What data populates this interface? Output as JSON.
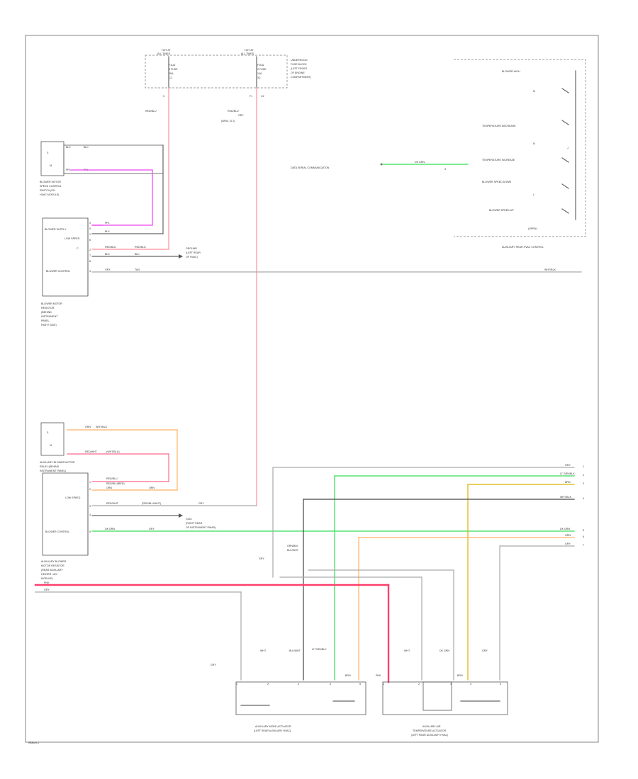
{
  "page_code": "W0B24-1",
  "top_connectors": {
    "left": {
      "line1": "HOT AT",
      "line2": "ALL TIMES",
      "rows": [
        "F1UA",
        "3 FUSE",
        "30A",
        "C2"
      ]
    },
    "right": {
      "line1": "HOT AT",
      "line2": "ALL TIMES",
      "rows": [
        "F1DA",
        "2 FUSE",
        "10A",
        "X2"
      ]
    },
    "label": [
      "UNDERHOOD",
      "FUSE BLOCK",
      "(LEFT FRONT",
      "OF ENGINE",
      "COMPARTMENT)"
    ],
    "pin_left": "C",
    "pin_right_a": "F1",
    "pin_right_b": "C2",
    "wire_left": "RED/BLU",
    "wire_right": "RED/BLU",
    "wire_right_b": "GRY",
    "wire_right_c": "(BF50, CLT)"
  },
  "mod1": {
    "switch_label": [
      "BLOWER MOTOR",
      "SPEED CONTROL",
      "SWITCH (ON",
      "HVAC MODULE)"
    ],
    "left_labels": [
      "BLOWER SUPPLY",
      "LOW SPEED",
      "BLOWER CONTROL"
    ],
    "wire_pins": [
      "BLK",
      "PPL",
      "PPL",
      "BLK",
      "RED/BLU",
      "BLK",
      "GRY"
    ],
    "pin_nums": [
      "3",
      "5",
      "1",
      "6",
      "2",
      "7",
      "8",
      "4"
    ],
    "wire_cols": [
      "PPL",
      "BLK",
      "RED/BLU",
      "BLK",
      "TAN"
    ],
    "ground_label": [
      "GROUND",
      "(LEFT REAR",
      "OF HVAC)"
    ],
    "label": [
      "BLOWER MOTOR",
      "RESISTOR",
      "(BEHIND",
      "INSTRUMENT",
      "PANEL,",
      "RIGHT SIDE)"
    ],
    "wire_out": "WHT/BLK",
    "pin_c": "C"
  },
  "mod2": {
    "switch_label": [
      "AUXILIARY BLOWER MOTOR",
      "RELAY (BEHIND",
      "INSTRUMENT PANEL)"
    ],
    "top_wires": [
      [
        "ORN",
        "WHT/BLK"
      ],
      [
        "RED/WHT",
        "(WHT/BLU)"
      ]
    ],
    "wires_mid": [
      [
        "RED/BLU",
        "RED/BLU(RED)"
      ],
      [
        "ORN",
        "ORN"
      ]
    ],
    "left_labels": [
      "LOW SPEED",
      "BLOWER CONTROL"
    ],
    "pin_labels": [
      "RED/WHT",
      "(RED/BLU/WHT)",
      "GRY"
    ],
    "pin_nums": [
      "1",
      "2",
      "3",
      "4",
      "5"
    ],
    "ground_label": [
      "G301",
      "(RIGHT REAR",
      "OF INSTRUMENT PANEL)"
    ],
    "wire_out": "DK GRN",
    "wire_out2": "GRY",
    "label": [
      "AUXILIARY BLOWER",
      "MOTOR RESISTOR",
      "(REAR AUXILIARY",
      "HEATER / A/C",
      "MODULE)"
    ]
  },
  "aux_control": {
    "entries": [
      "BLOWER HIGH",
      "TEMPERATURE DECREASE",
      "TEMPERATURE INCREASE",
      "BLOWER SPEED DOWN",
      "BLOWER SPEED UP"
    ],
    "values": [
      "M",
      "N",
      "L",
      "J"
    ],
    "title": "AUXILIARY REAR HVAC CONTROL",
    "wire_pin": "DK GRN",
    "wire_pin2": "3",
    "left_text": "DATA SERIAL COMMUNICATION",
    "ground": "(OPEN)"
  },
  "right_wires": [
    "GRY",
    "LT GRN/BLK",
    "BRN",
    "WHT/BLK",
    "DK GRN",
    "ORN",
    "GRY"
  ],
  "right_pins": [
    "1",
    "2",
    "3",
    "4",
    "5",
    "6",
    "7"
  ],
  "bottom_wires": [
    "GRY",
    "GRN/BLK",
    "BLK/WHT"
  ],
  "bottom_left": [
    "PNK",
    "GRY"
  ],
  "actuator1": {
    "wires": [
      "GRY",
      "WHT",
      "BLK/WHT",
      "LT GRN/BLK",
      "BRN"
    ],
    "pins": [
      "1",
      "2",
      "3",
      "4",
      "5"
    ],
    "label": [
      "AUXILIARY MODE ACTUATOR",
      "(LEFT REAR AUXILIARY HVAC)"
    ]
  },
  "actuator2": {
    "wires": [
      "PNK",
      "WHT",
      "DK GRN",
      "GRY",
      "BRN"
    ],
    "pins": [
      "1",
      "2",
      "3",
      "4",
      "5"
    ],
    "label": [
      "AUXILIARY AIR",
      "TEMPERATURE ACTUATOR",
      "(LEFT REAR AUXILIARY HVAC)"
    ]
  },
  "colors": {
    "hot": "#ff3f6c",
    "red": "#ff8f9a",
    "pink": "#ee44ee",
    "green": "#33dd55",
    "orange": "#ffb066",
    "yellow": "#d8b400",
    "gray": "#aaaaaa",
    "black": "#666666"
  }
}
